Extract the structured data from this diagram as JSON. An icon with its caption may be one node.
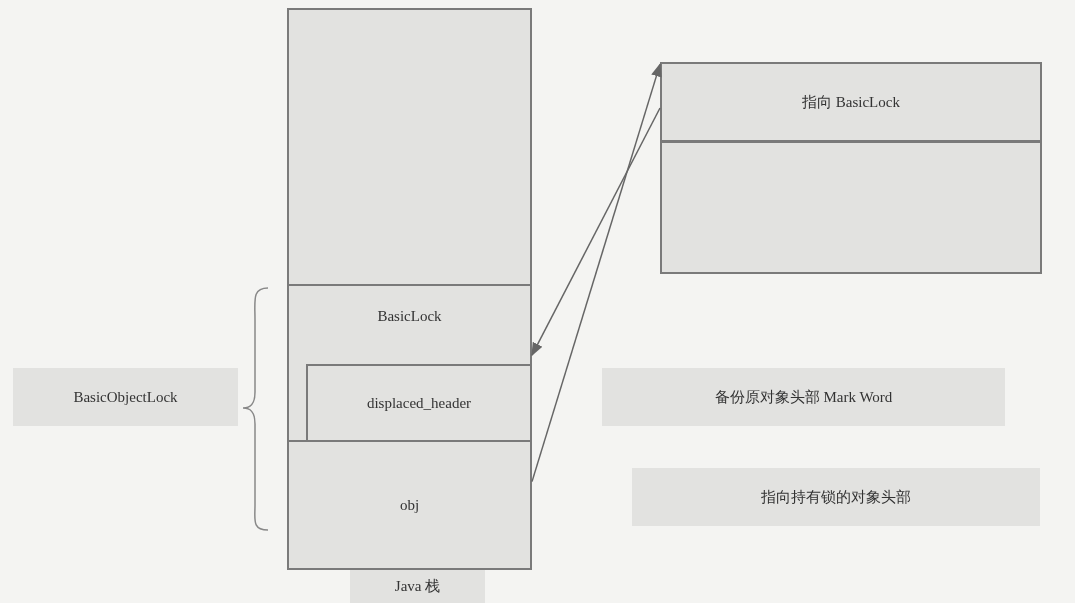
{
  "diagram": {
    "nodes": [
      {
        "text": [],
        "shape": "box"
      },
      {
        "text": [
          "BasicLock"
        ],
        "in": 0
      },
      {
        "text": [
          "displaced_header"
        ],
        "in": 1
      },
      {
        "text": [
          "obj"
        ],
        "in": 0
      },
      {
        "text": [],
        "shape": "box"
      },
      {
        "text": [
          "指向 BasicLock"
        ],
        "in": 4
      },
      {
        "text": [
          "BasicObjectLock"
        ]
      },
      {
        "text": [
          "备份原对象头部 Mark Word"
        ]
      },
      {
        "text": [
          "指向持有锁的对象头部"
        ]
      },
      {
        "text": [
          "Java 栈"
        ]
      }
    ],
    "edges": [
      {
        "from": 5,
        "to": 1,
        "arrow": "to"
      },
      {
        "from": 3,
        "to": 5,
        "arrow": "to"
      }
    ]
  }
}
